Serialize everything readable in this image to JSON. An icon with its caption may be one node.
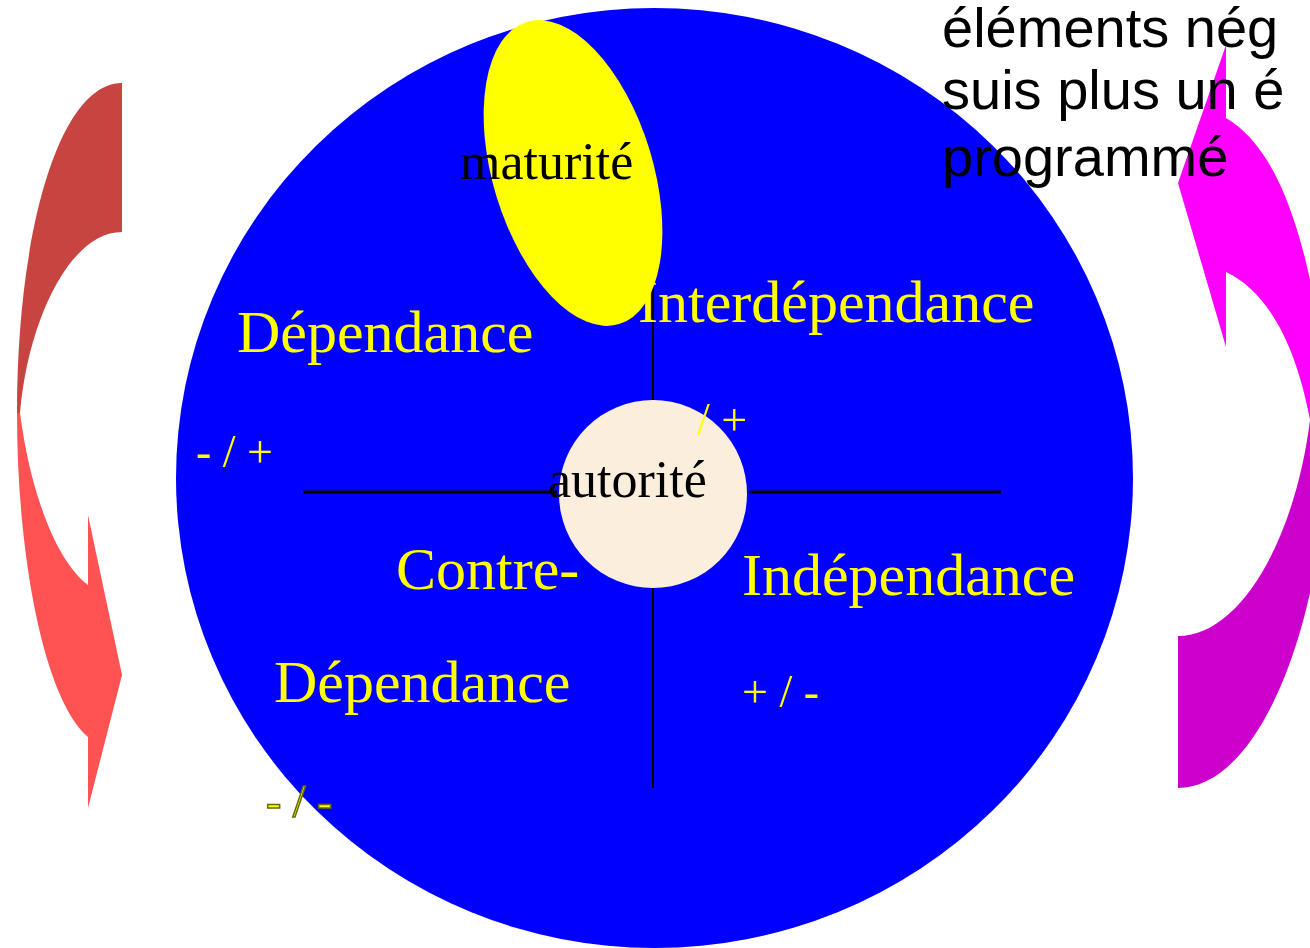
{
  "diagram": {
    "nodes": [
      {
        "text": [],
        "shape": "circle"
      },
      {
        "text": [
          "maturité"
        ],
        "in": 0
      },
      {
        "text": [
          "autorité"
        ],
        "in": 0
      }
    ],
    "labels": [
      "éléments nég",
      "suis plus un é",
      "programmé",
      "Dépendance",
      "Interdépendance",
      "/ +",
      "- / +",
      "Contre-",
      "Indépendance",
      "Dépendance",
      "+ / -",
      "- / -"
    ]
  }
}
